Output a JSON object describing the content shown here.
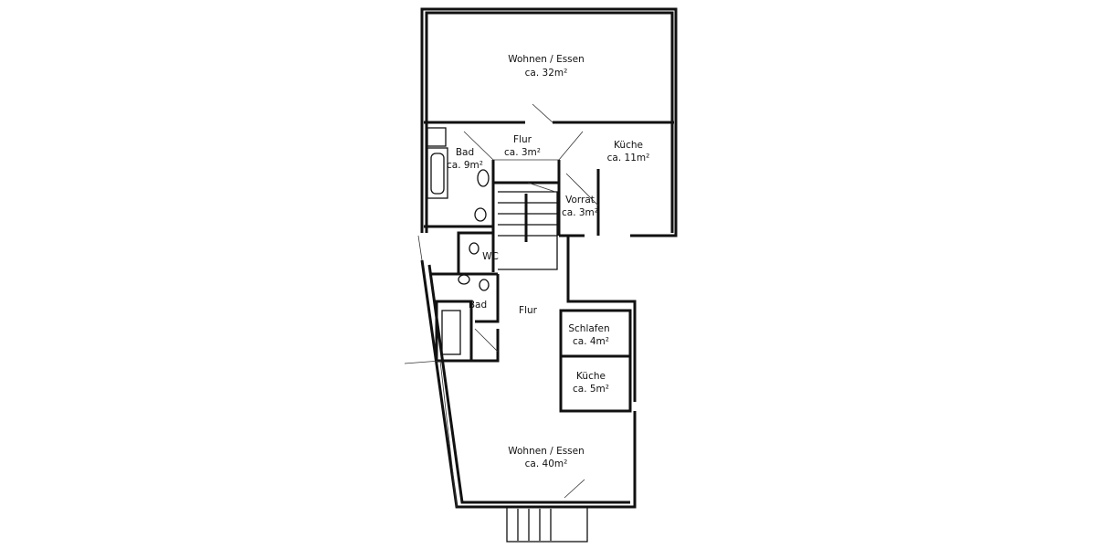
{
  "floorplan": {
    "upper": {
      "living": {
        "name": "Wohnen / Essen",
        "area": "ca. 32m²"
      },
      "hall": {
        "name": "Flur",
        "area": "ca. 3m²"
      },
      "bath": {
        "name": "Bad",
        "area": "ca. 9m²"
      },
      "kitchen": {
        "name": "Küche",
        "area": "ca. 11m²"
      },
      "pantry": {
        "name": "Vorrat",
        "area": "ca. 3m²"
      },
      "wc": {
        "name": "WC"
      }
    },
    "lower": {
      "bath": {
        "name": "Bad"
      },
      "hall": {
        "name": "Flur"
      },
      "bedroom": {
        "name": "Schlafen",
        "area": "ca. 4m²"
      },
      "kitchen": {
        "name": "Küche",
        "area": "ca. 5m²"
      },
      "living": {
        "name": "Wohnen / Essen",
        "area": "ca. 40m²"
      }
    }
  }
}
